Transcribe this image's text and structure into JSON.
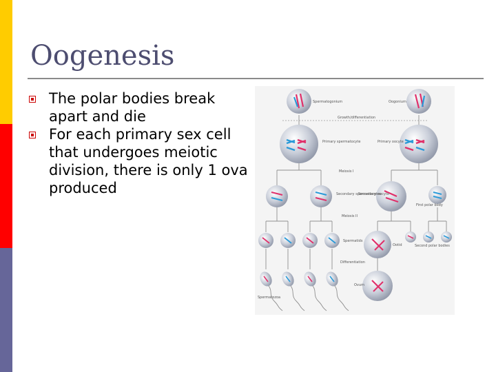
{
  "slide": {
    "title": "Oogenesis",
    "bullets": [
      "The polar bodies break apart and die",
      "For each primary sex cell that undergoes meiotic division, there is only 1 ova produced"
    ]
  },
  "figure": {
    "labels": {
      "spermatogonium": "Spermatogonium",
      "oogonium": "Oogonium",
      "growth_differentiation": "Growth/differentiation",
      "primary_spermatocyte": "Primary spermatocyte",
      "primary_oocyte": "Primary oocyte",
      "meiosis_1": "Meiosis I",
      "secondary_spermatocytes": "Secondary spermatocytes",
      "secondary_oocyte": "Secondary oocyte",
      "first_polar_body": "First polar body",
      "meiosis_2": "Meiosis II",
      "spermatids": "Spermatids",
      "ootid": "Ootid",
      "second_polar_bodies": "Second polar bodies",
      "differentiation": "Differentiation",
      "ovum": "Ovum",
      "spermatozoa": "Spermatozoa"
    }
  },
  "colors": {
    "bar_yellow": "#ffcc00",
    "bar_red": "#ff0000",
    "bar_slate": "#666699",
    "title_text": "#4d4d70",
    "bullet_marker": "#cc0000",
    "chromosome_pink": "#e0306a",
    "chromosome_blue": "#2a9ad8"
  }
}
